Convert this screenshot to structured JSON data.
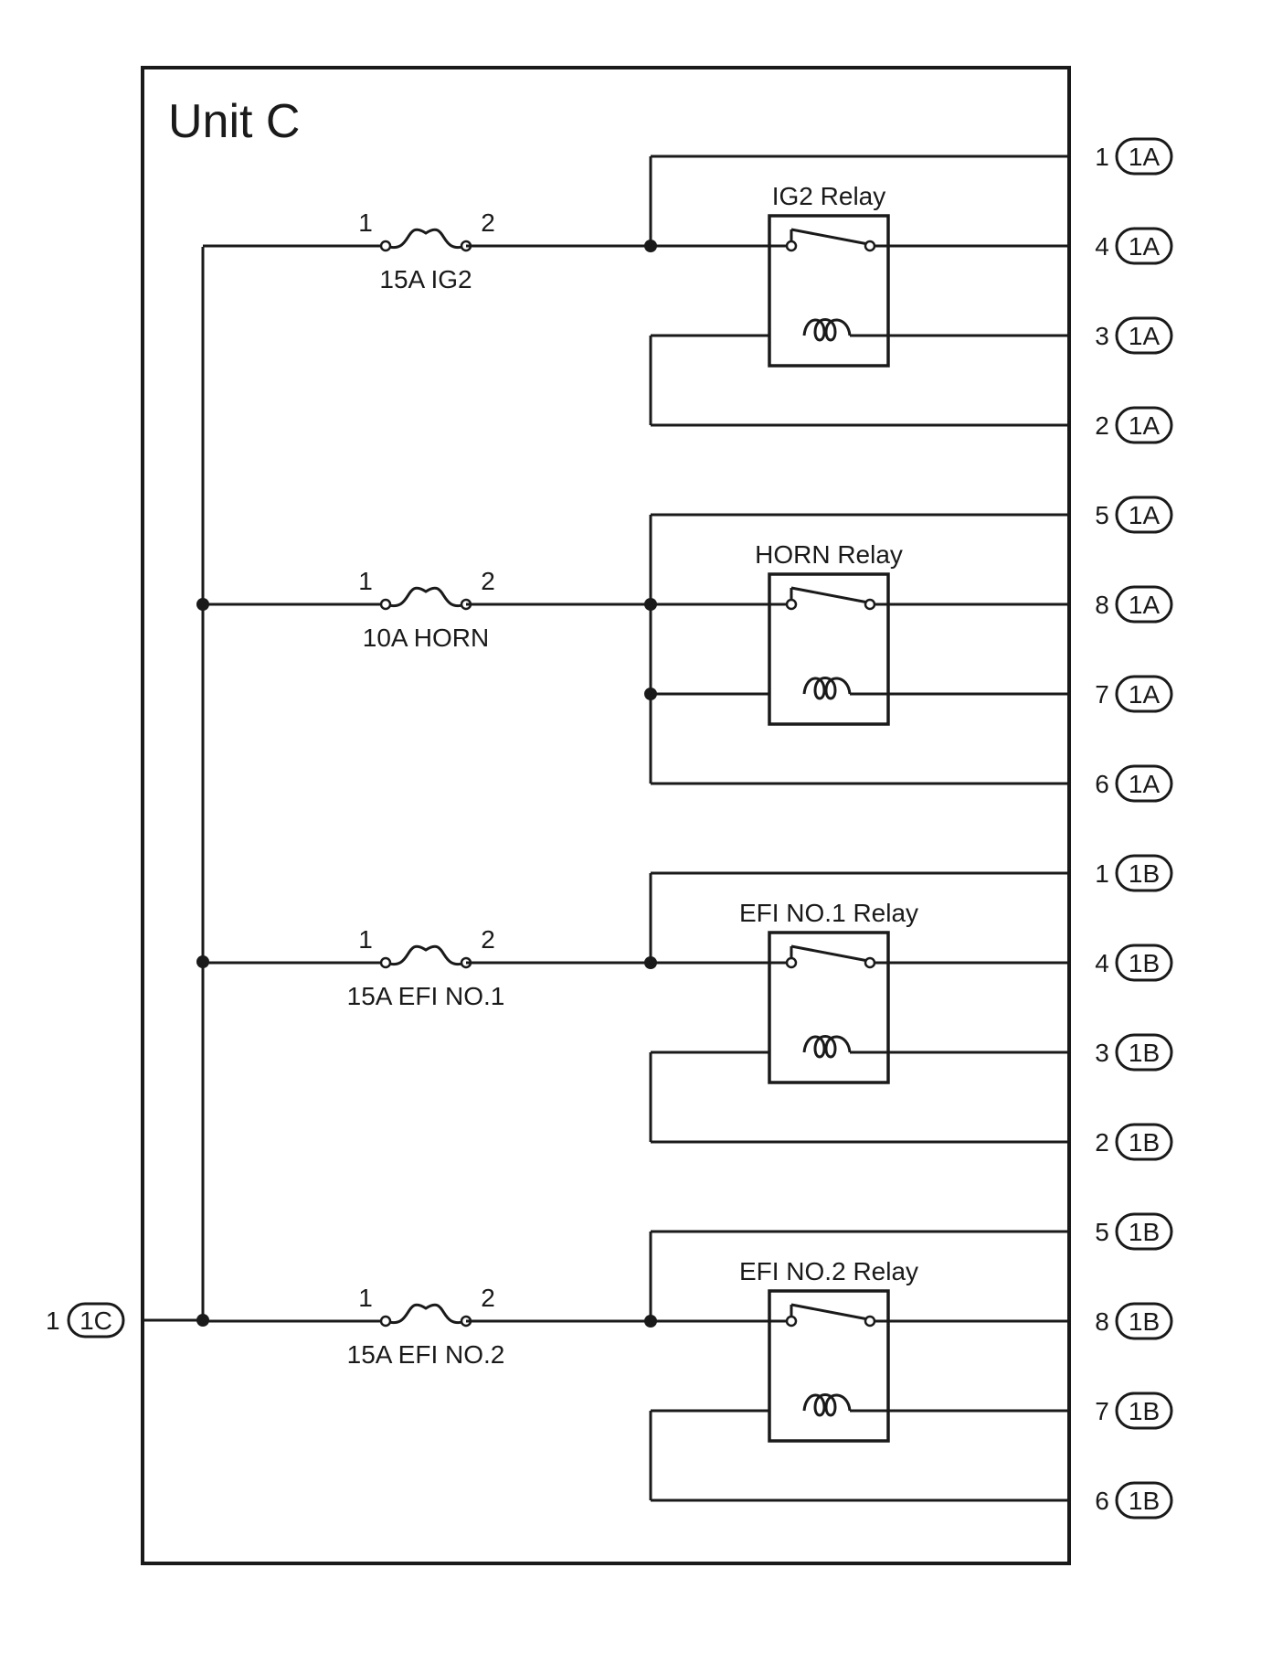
{
  "unit_title": "Unit C",
  "input": {
    "pin": "1",
    "connector": "1C"
  },
  "circuits": [
    {
      "fuse": {
        "label": "15A IG2",
        "pin_in": "1",
        "pin_out": "2"
      },
      "relay": {
        "label": "IG2 Relay"
      },
      "terminals": [
        {
          "pin": "1",
          "connector": "1A"
        },
        {
          "pin": "4",
          "connector": "1A"
        },
        {
          "pin": "3",
          "connector": "1A"
        },
        {
          "pin": "2",
          "connector": "1A"
        }
      ]
    },
    {
      "fuse": {
        "label": "10A HORN",
        "pin_in": "1",
        "pin_out": "2"
      },
      "relay": {
        "label": "HORN Relay"
      },
      "terminals": [
        {
          "pin": "5",
          "connector": "1A"
        },
        {
          "pin": "8",
          "connector": "1A"
        },
        {
          "pin": "7",
          "connector": "1A"
        },
        {
          "pin": "6",
          "connector": "1A"
        }
      ]
    },
    {
      "fuse": {
        "label": "15A EFI NO.1",
        "pin_in": "1",
        "pin_out": "2"
      },
      "relay": {
        "label": "EFI NO.1 Relay"
      },
      "terminals": [
        {
          "pin": "1",
          "connector": "1B"
        },
        {
          "pin": "4",
          "connector": "1B"
        },
        {
          "pin": "3",
          "connector": "1B"
        },
        {
          "pin": "2",
          "connector": "1B"
        }
      ]
    },
    {
      "fuse": {
        "label": "15A EFI NO.2",
        "pin_in": "1",
        "pin_out": "2"
      },
      "relay": {
        "label": "EFI NO.2 Relay"
      },
      "terminals": [
        {
          "pin": "5",
          "connector": "1B"
        },
        {
          "pin": "8",
          "connector": "1B"
        },
        {
          "pin": "7",
          "connector": "1B"
        },
        {
          "pin": "6",
          "connector": "1B"
        }
      ]
    }
  ]
}
